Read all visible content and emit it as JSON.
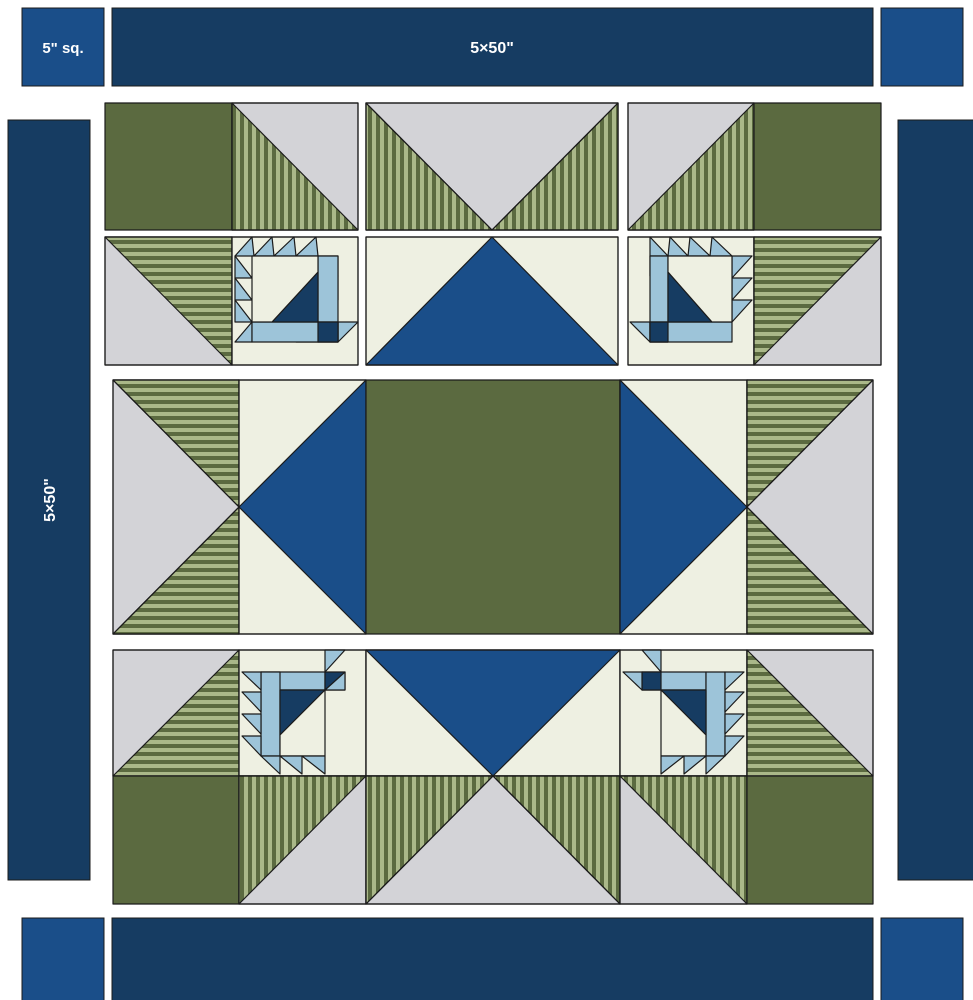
{
  "labels": {
    "corner_square": "5\" sq.",
    "top_border": "5×50\"",
    "left_border": "5×50\""
  },
  "colors": {
    "navy": "#163c62",
    "blue": "#1a4e89",
    "green": "#5b6a40",
    "gray": "#d3d3d7",
    "cream": "#eef0e2",
    "light_blue": "#9dc4d9",
    "stripe_light": "#aab889",
    "stripe_dark": "#5b6a40",
    "outline": "#1b1b1b"
  }
}
